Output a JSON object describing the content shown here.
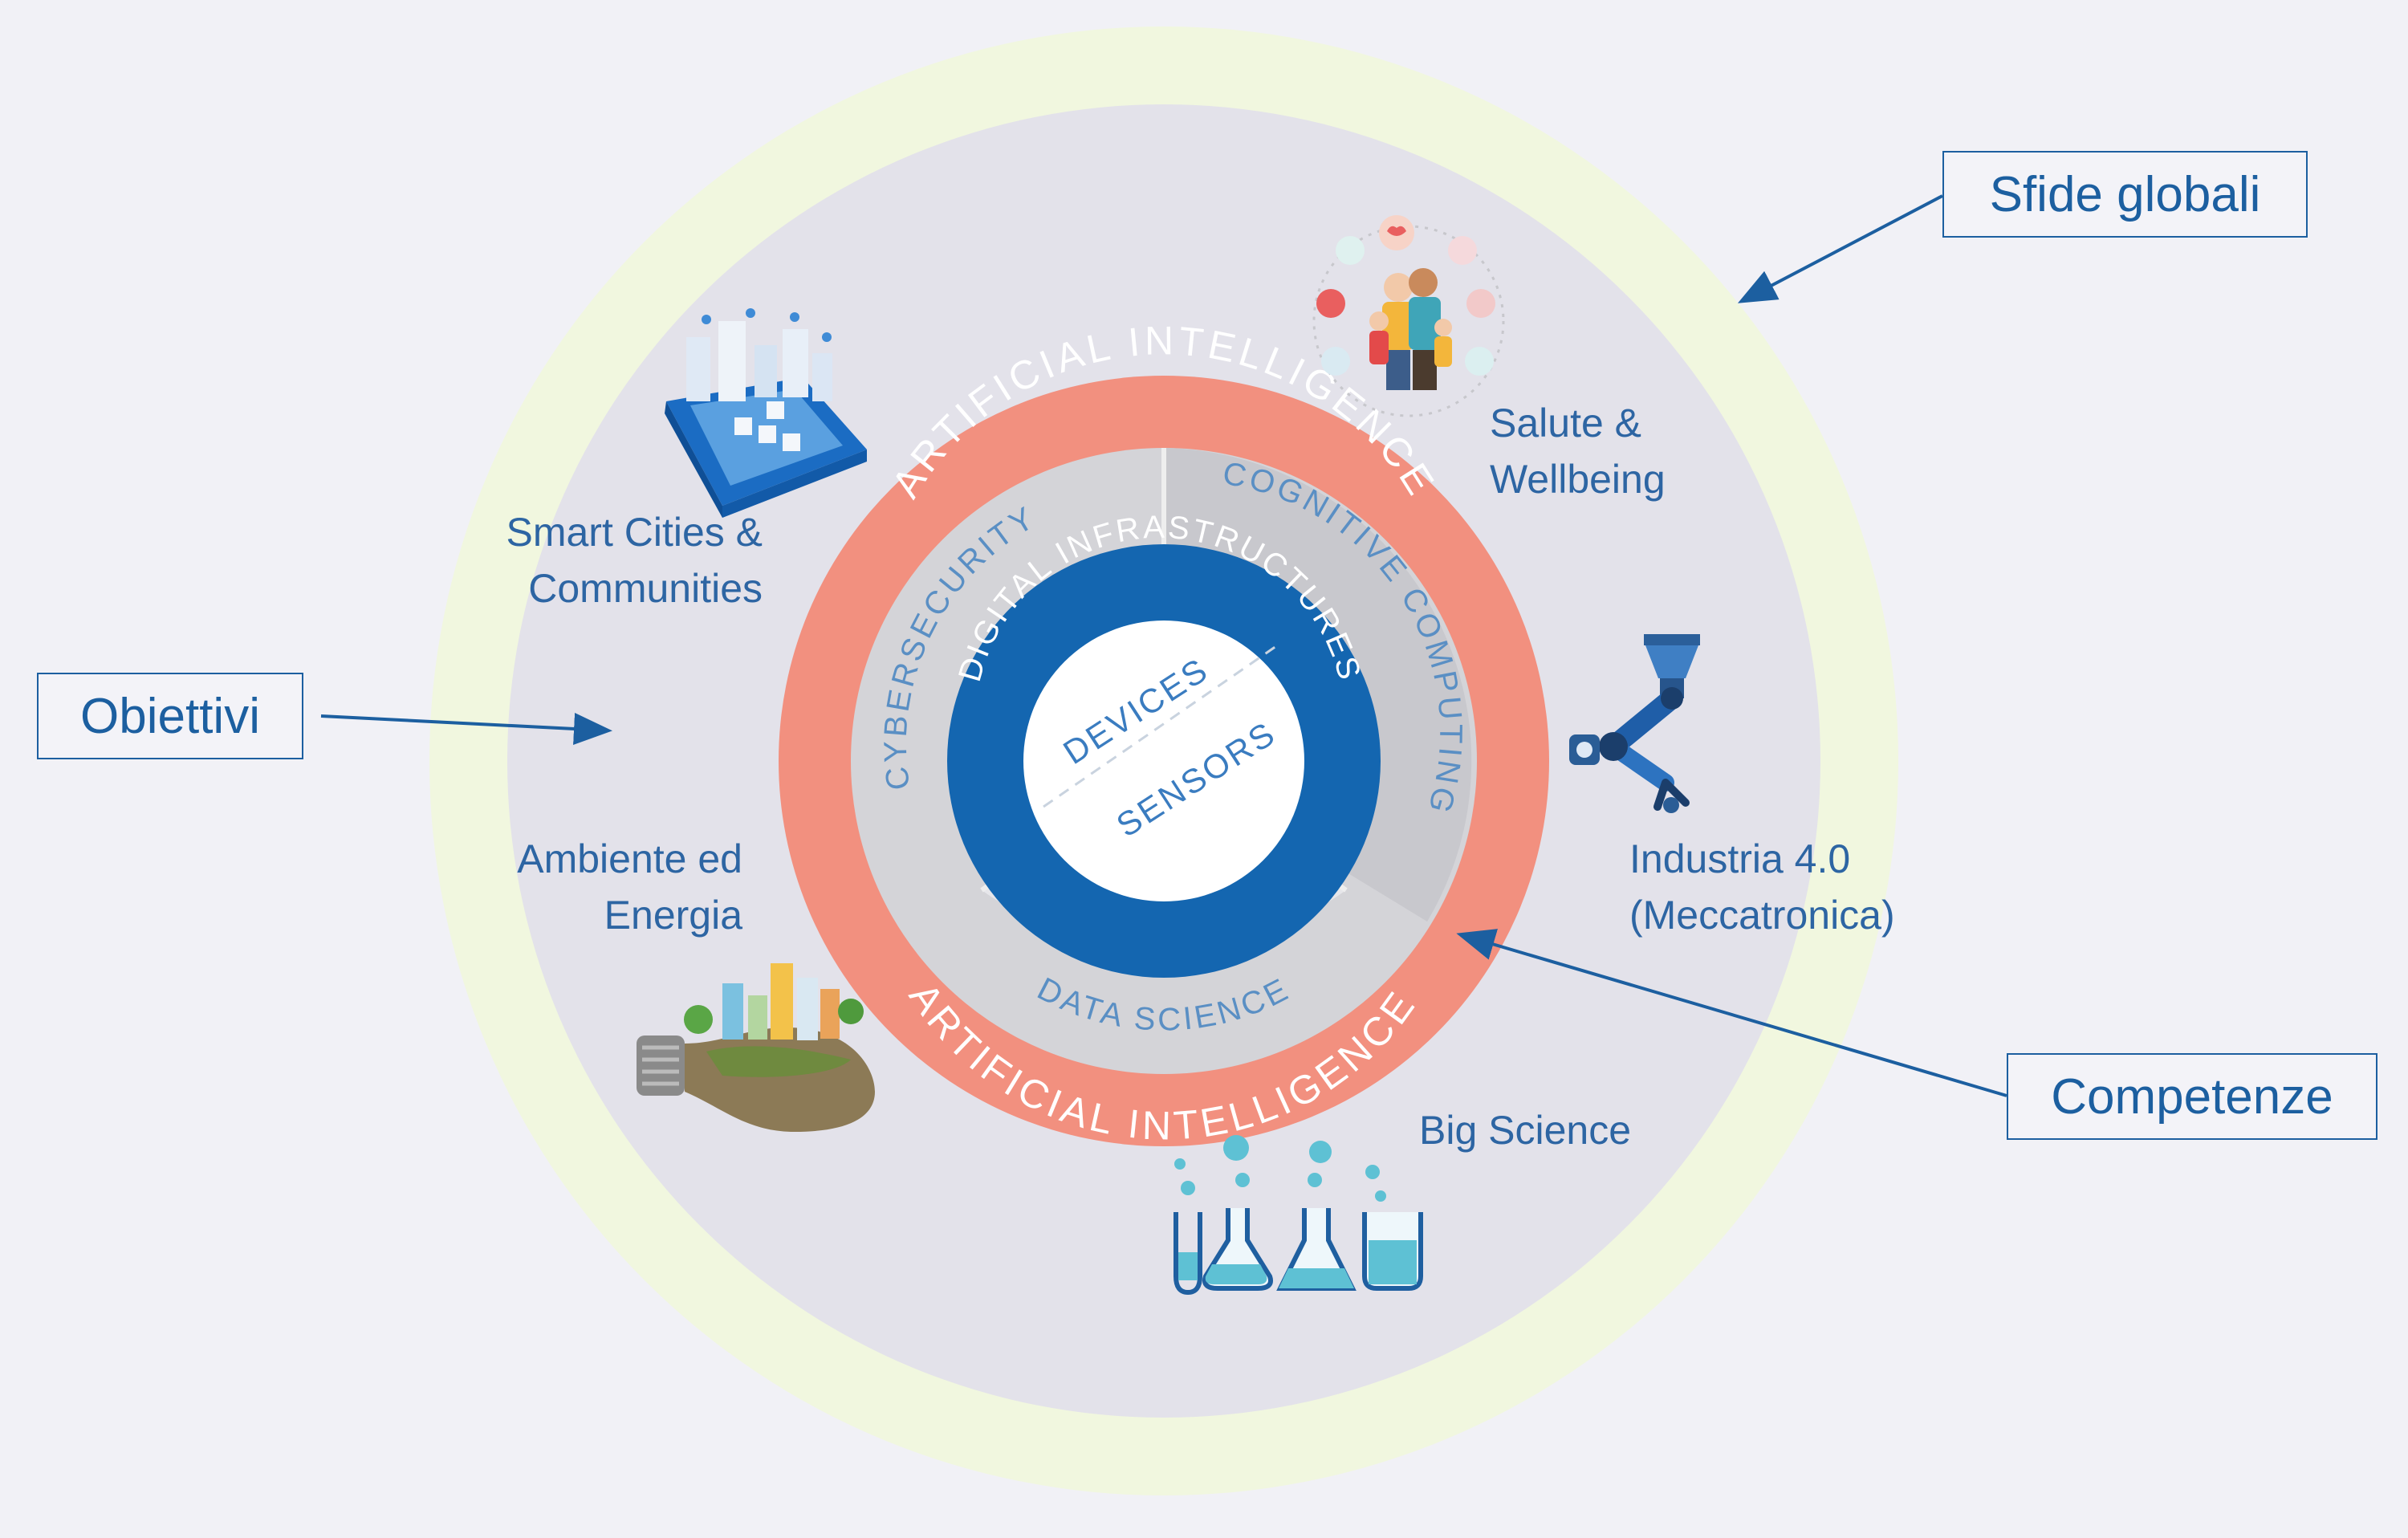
{
  "callouts": {
    "sfide_globali": "Sfide globali",
    "obiettivi": "Obiettivi",
    "competenze": "Competenze"
  },
  "application_areas": {
    "smart_cities": [
      "Smart Cities &",
      "Communities"
    ],
    "salute": [
      "Salute &",
      "Wellbeing"
    ],
    "industria": [
      "Industria 4.0",
      "(Meccatronica)"
    ],
    "ambiente": [
      "Ambiente ed",
      "Energia"
    ],
    "big_science": "Big Science"
  },
  "rings": {
    "ai_top": "ARTIFICIAL INTELLIGENCE",
    "ai_bottom": "ARTIFICIAL INTELLIGENCE",
    "cybersecurity": "CYBERSECURITY",
    "cognitive": "COGNITIVE COMPUTING",
    "data_science": "DATA SCIENCE",
    "digital_infra": "DIGITAL INFRASTRUCTURES",
    "devices": "DEVICES",
    "sensors": "SENSORS"
  },
  "colors": {
    "accent_blue": "#1c5fa0",
    "ai_ring": "#f2907f",
    "inner_blue": "#1466b0",
    "outer_halo": "#f1f7df"
  }
}
